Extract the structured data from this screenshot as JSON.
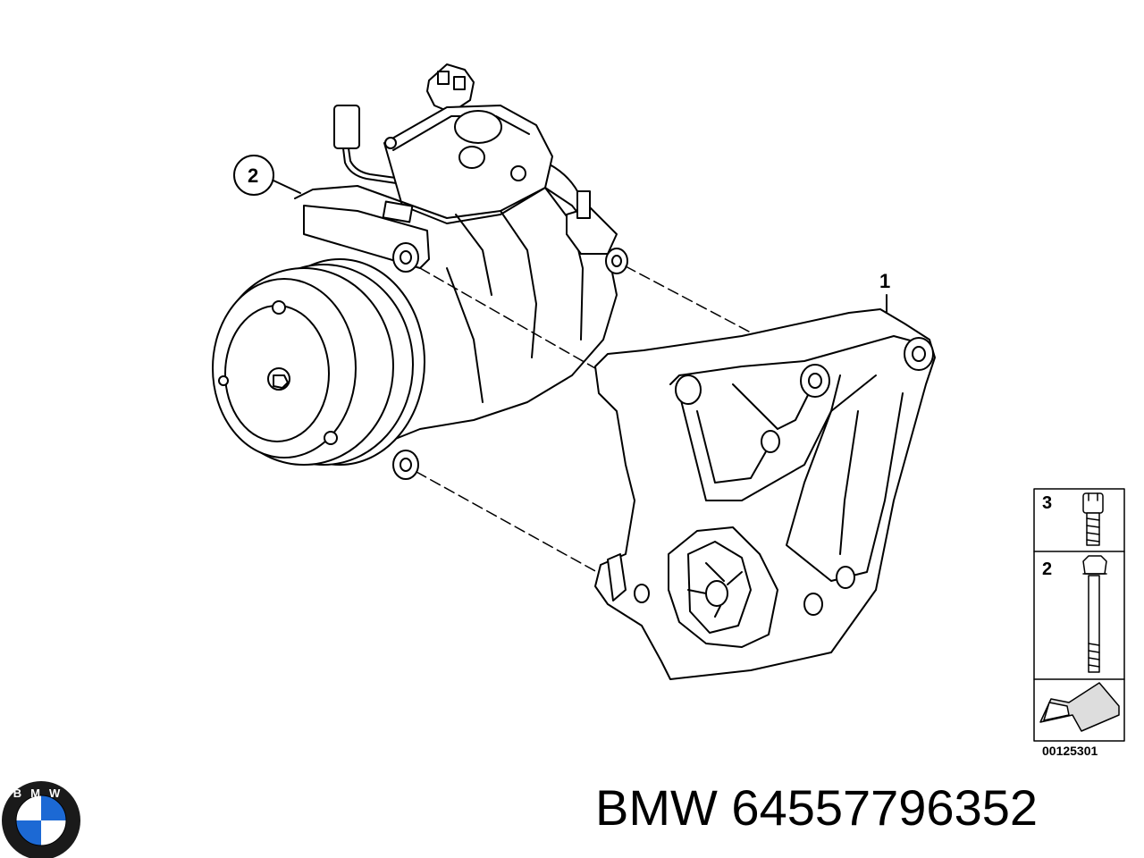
{
  "callouts": {
    "main_part": "1",
    "circled_part": "2"
  },
  "legend": {
    "rows": [
      {
        "number": "3",
        "icon": "short-bolt-icon"
      },
      {
        "number": "2",
        "icon": "long-bolt-icon"
      }
    ],
    "footer_icon": "arrow-pointer-icon",
    "code": "00125301"
  },
  "logo": {
    "letters": "BMW",
    "icon": "bmw-roundel-logo",
    "colors": {
      "blue": "#1c69d4",
      "ring": "#1a1a1a",
      "white": "#ffffff"
    }
  },
  "brand": "BMW",
  "part_number": "64557796352"
}
